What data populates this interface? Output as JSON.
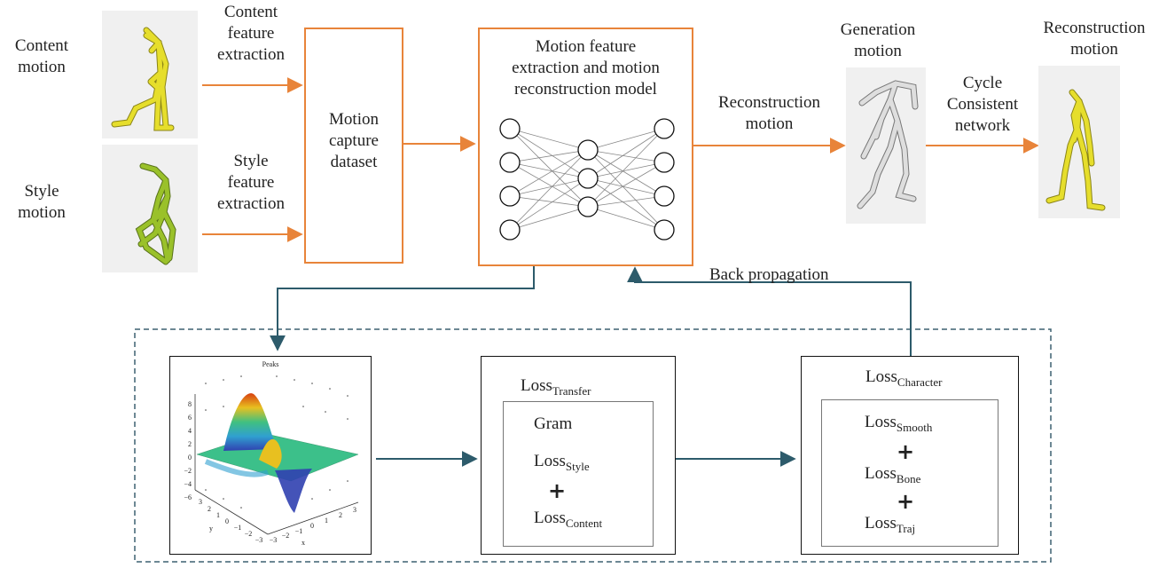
{
  "labels": {
    "content_motion": "Content\nmotion",
    "style_motion": "Style\nmotion",
    "content_feature": "Content\nfeature\nextraction",
    "style_feature": "Style\nfeature\nextraction",
    "dataset": "Motion\ncapture\ndataset",
    "model_title": "Motion feature\nextraction and motion\nreconstruction model",
    "reconstruction_arrow": "Reconstruction\nmotion",
    "generation_motion": "Generation\nmotion",
    "cycle": "Cycle\nConsistent\nnetwork",
    "reconstruction_motion": "Reconstruction\nmotion",
    "back_propagation": "Back propagation"
  },
  "plot": {
    "title": "Peaks",
    "z_ticks": [
      "8",
      "6",
      "4",
      "2",
      "0",
      "−2",
      "−4",
      "−6"
    ],
    "y_ticks": [
      "3",
      "2",
      "1",
      "0",
      "−1",
      "−2",
      "−3"
    ],
    "x_ticks": [
      "−3",
      "−2",
      "−1",
      "0",
      "1",
      "2",
      "3"
    ],
    "y_label": "y",
    "x_label": "x"
  },
  "transfer_box": {
    "title": {
      "base": "Loss",
      "sub": "Transfer"
    },
    "gram": "Gram",
    "style": {
      "base": "Loss",
      "sub": "Style"
    },
    "plus": "+",
    "content": {
      "base": "Loss",
      "sub": "Content"
    }
  },
  "character_box": {
    "title": {
      "base": "Loss",
      "sub": "Character"
    },
    "smooth": {
      "base": "Loss",
      "sub": "Smooth"
    },
    "plus1": "+",
    "bone": {
      "base": "Loss",
      "sub": "Bone"
    },
    "plus2": "+",
    "traj": {
      "base": "Loss",
      "sub": "Traj"
    }
  },
  "colors": {
    "orange": "#e8843a",
    "teal": "#2d5b6b",
    "dashed": "#3d6070",
    "skeleton_yellow": "#e6de2c",
    "skeleton_green": "#9ac12a",
    "skeleton_gray": "#c8c8c8"
  }
}
